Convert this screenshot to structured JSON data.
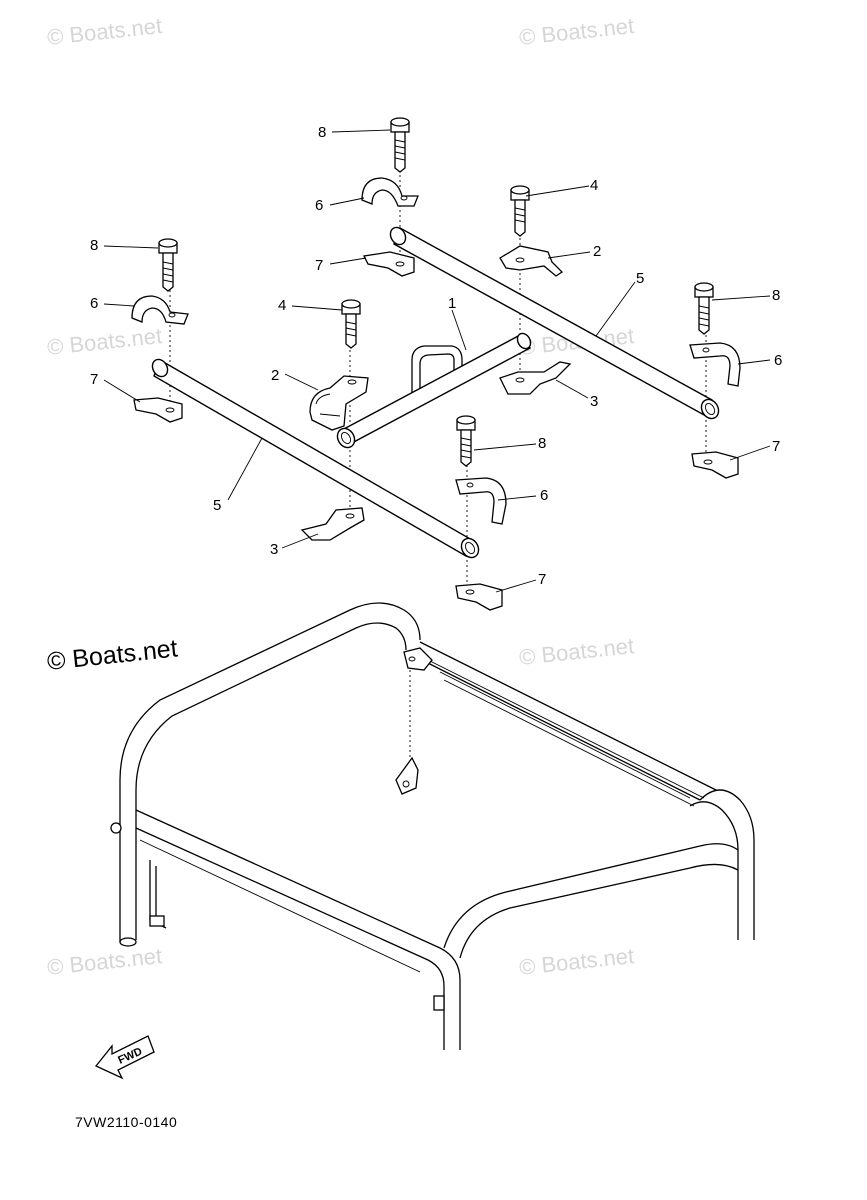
{
  "watermarks": {
    "text": "© Boats.net",
    "copies": [
      "© Boats.net",
      "© Boats.net",
      "© Boats.net",
      "© Boats.net",
      "© Boats.net",
      "© Boats.net",
      "© Boats.net"
    ],
    "prominent": "© Boats.net"
  },
  "callouts": [
    "8",
    "6",
    "7",
    "4",
    "2",
    "5",
    "8",
    "8",
    "6",
    "7",
    "4",
    "1",
    "2",
    "3",
    "6",
    "7",
    "5",
    "8",
    "6",
    "3",
    "7"
  ],
  "fwd_label": "FWD",
  "diagram_code": "7VW2110-0140"
}
